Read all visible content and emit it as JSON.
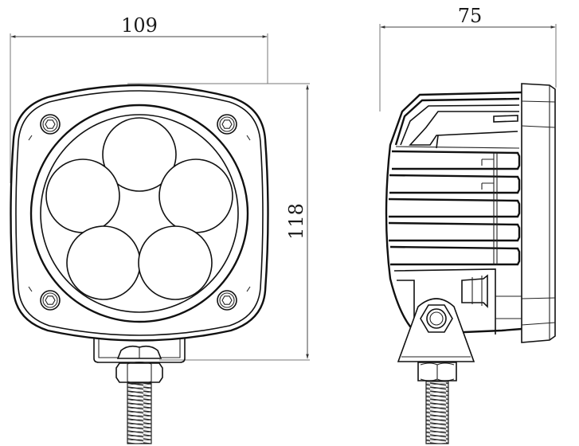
{
  "drawing": {
    "subject": "LED work light with 5 LED lenses",
    "views": [
      "front-view",
      "side-view"
    ],
    "line_color": "#111111",
    "background": "#ffffff"
  },
  "dimensions": {
    "front_width": {
      "label": "109",
      "unit": "mm"
    },
    "front_height": {
      "label": "118",
      "unit": "mm"
    },
    "side_depth": {
      "label": "75",
      "unit": "mm"
    }
  },
  "front_view": {
    "led_count": 5,
    "screw_count": 4,
    "mount": "bracket with hex nut and threaded bolt"
  },
  "side_view": {
    "heat_sink_fins": 5,
    "mount": "pivot bracket with hex nut and threaded bolt"
  }
}
